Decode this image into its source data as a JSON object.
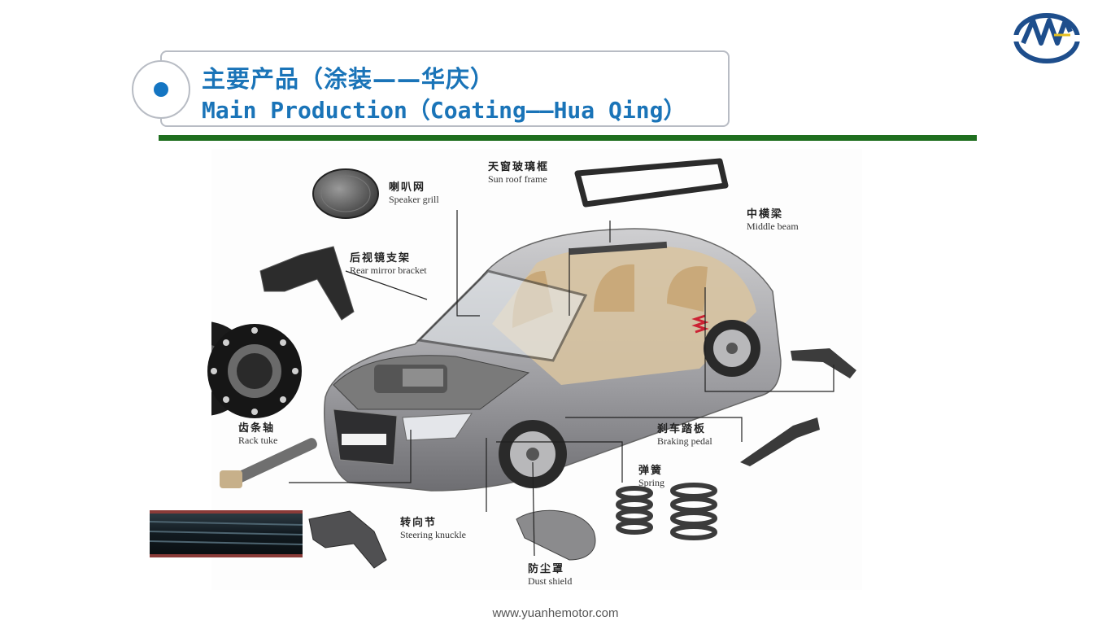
{
  "title": {
    "cn": "主要产品（涂装——华庆）",
    "en": "Main Production（Coating——Hua Qing）"
  },
  "parts": {
    "sun_roof_frame": {
      "cn": "天窗玻璃框",
      "en": "Sun roof frame"
    },
    "speaker_grill": {
      "cn": "喇叭网",
      "en": "Speaker grill"
    },
    "middle_beam": {
      "cn": "中横梁",
      "en": "Middle beam"
    },
    "rear_mirror_bracket": {
      "cn": "后视镜支架",
      "en": "Rear mirror bracket"
    },
    "rack_tuke": {
      "cn": "齿条轴",
      "en": "Rack tuke"
    },
    "braking_pedal": {
      "cn": "刹车踏板",
      "en": "Braking pedal"
    },
    "spring": {
      "cn": "弹簧",
      "en": "Spring"
    },
    "steering_knuckle": {
      "cn": "转向节",
      "en": "Steering knuckle"
    },
    "dust_shield": {
      "cn": "防尘罩",
      "en": "Dust shield"
    }
  },
  "colors": {
    "title_blue": "#1a74b8",
    "divider_green": "#1f6f1f",
    "logo_blue": "#1e4e8c"
  },
  "footer": {
    "url": "www.yuanhemotor.com"
  }
}
